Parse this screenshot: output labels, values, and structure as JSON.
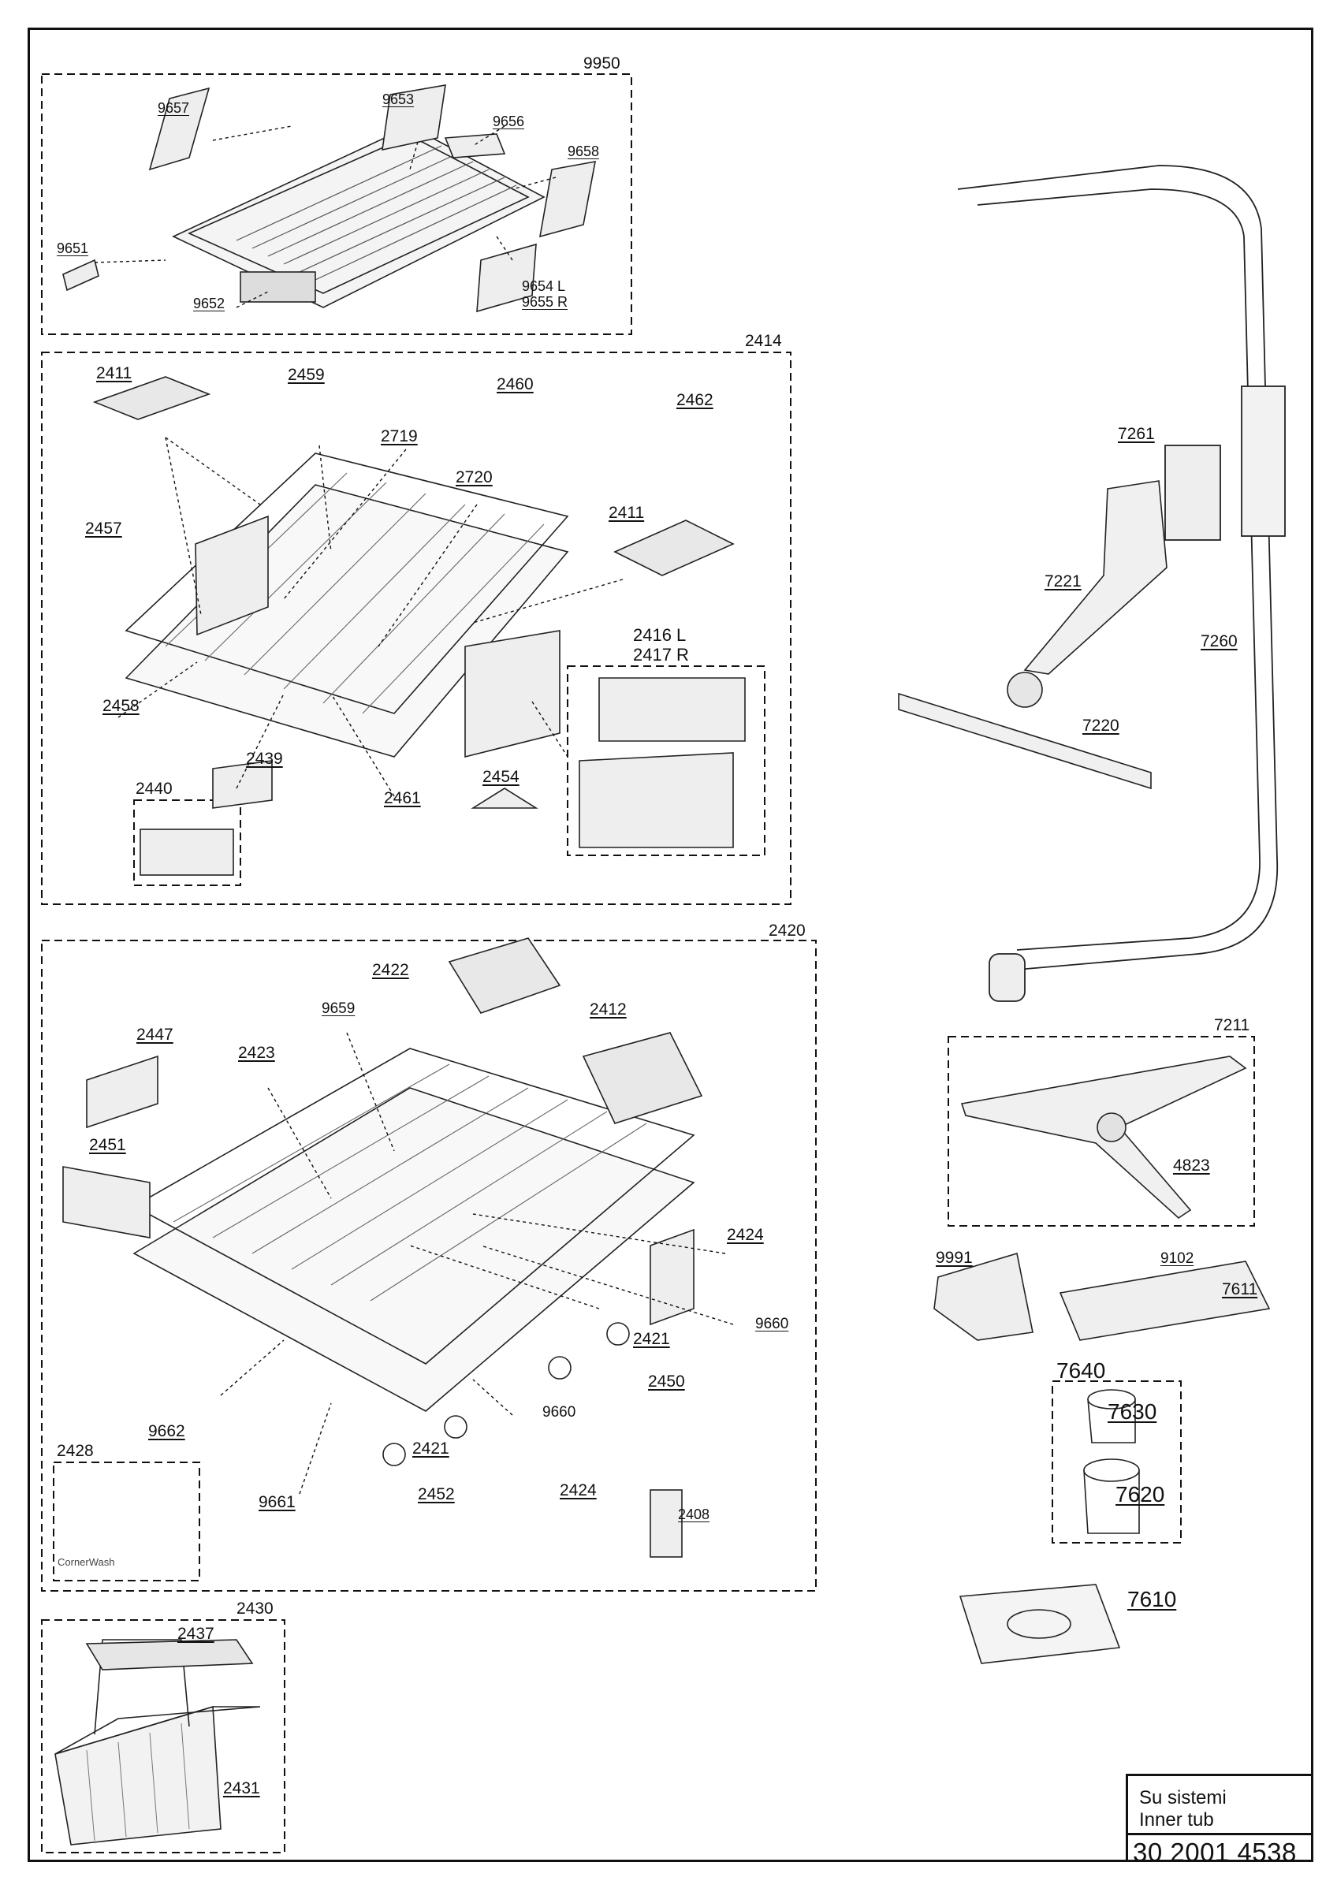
{
  "document": {
    "title_tr": "Su sistemi",
    "title_en": "Inner tub",
    "document_number": "30 2001 4538"
  },
  "groups": {
    "g9950": "9950",
    "g2414": "2414",
    "g2420": "2420",
    "g2430": "2430",
    "g7211": "7211",
    "g7640": "7640",
    "g2440": "2440",
    "g2428": "2428",
    "g2416": "2416 L",
    "g2417": "2417 R"
  },
  "parts": {
    "p9657": "9657",
    "p9653": "9653",
    "p9656": "9656",
    "p9658": "9658",
    "p9651": "9651",
    "p9652": "9652",
    "p9654": "9654 L",
    "p9655": "9655 R",
    "p2411a": "2411",
    "p2459": "2459",
    "p2460": "2460",
    "p2462": "2462",
    "p2719": "2719",
    "p2720": "2720",
    "p2411b": "2411",
    "p2457": "2457",
    "p2458": "2458",
    "p2439": "2439",
    "p2454": "2454",
    "p2461": "2461",
    "p2422": "2422",
    "p2412": "2412",
    "p9659": "9659",
    "p2447": "2447",
    "p2423": "2423",
    "p2451": "2451",
    "p2424a": "2424",
    "p9660a": "9660",
    "p2421a": "2421",
    "p2450": "2450",
    "p9660b": "9660",
    "p9662": "9662",
    "p2421b": "2421",
    "p9661": "9661",
    "p2452": "2452",
    "p2424b": "2424",
    "p2408": "2408",
    "p2437": "2437",
    "p2431": "2431",
    "p7261": "7261",
    "p7221": "7221",
    "p7260": "7260",
    "p7220": "7220",
    "p4823": "4823",
    "p9991": "9991",
    "p9102": "9102",
    "p7611": "7611",
    "p7630": "7630",
    "p7620": "7620",
    "p7610": "7610"
  },
  "brand_marks": [
    "CornerWash"
  ]
}
